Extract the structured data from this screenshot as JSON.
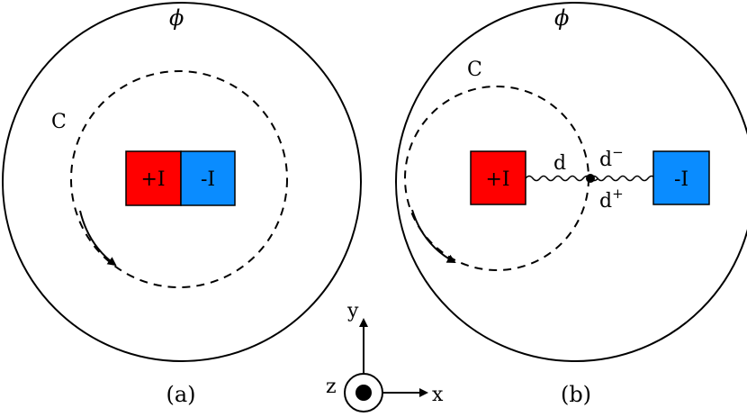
{
  "panel_a": {
    "phi_label": "ϕ",
    "contour_label": "C",
    "plus_label": "+I",
    "minus_label": "-I",
    "caption": "(a)"
  },
  "panel_b": {
    "phi_label": "ϕ",
    "contour_label": "C",
    "plus_label": "+I",
    "minus_label": "-I",
    "d_label": "d",
    "d_minus_base": "d",
    "d_minus_sup": "−",
    "d_plus_base": "d",
    "d_plus_sup": "+",
    "caption": "(b)"
  },
  "axes": {
    "x_label": "x",
    "y_label": "y",
    "z_label": "z"
  },
  "colors": {
    "plus_box": "#ff0000",
    "minus_box": "#0a8cff",
    "stroke": "#000000"
  }
}
